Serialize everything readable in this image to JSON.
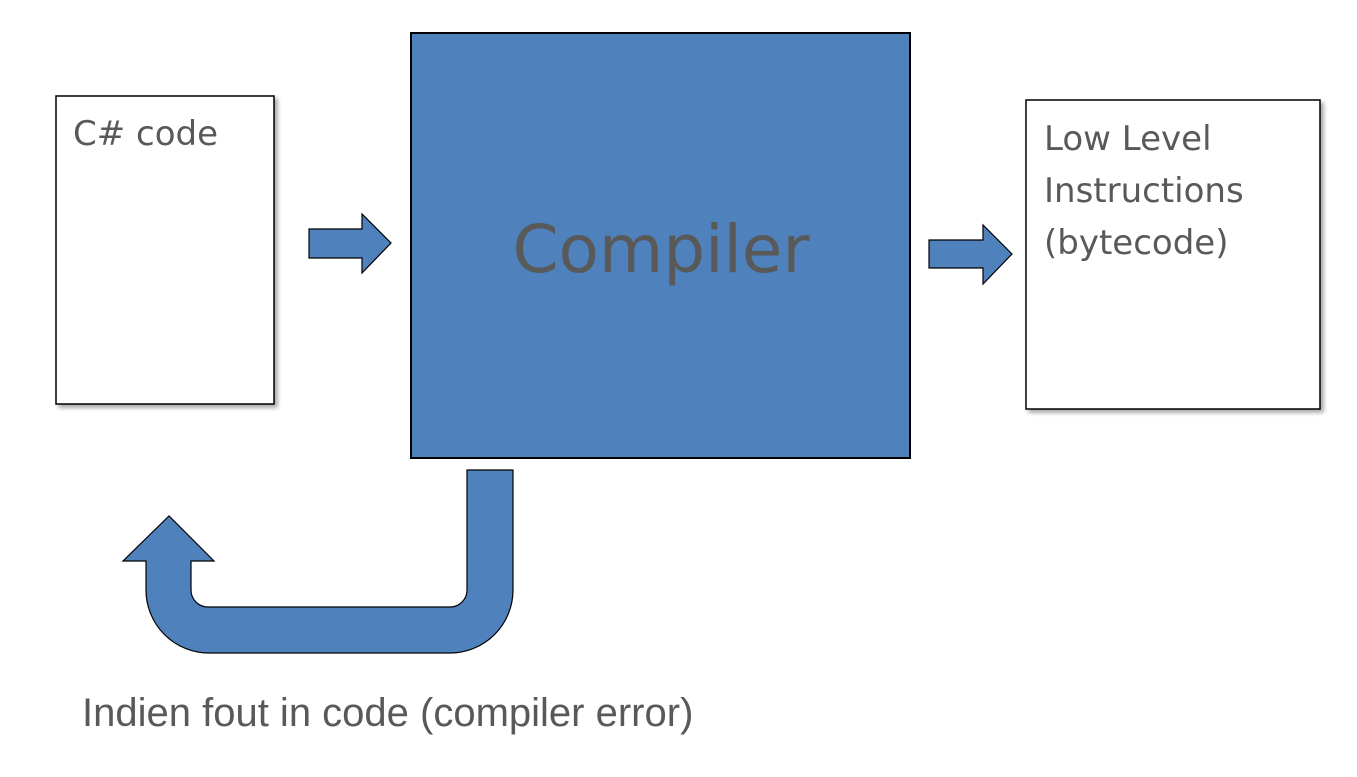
{
  "diagram": {
    "source_box": {
      "label": "C# code"
    },
    "compiler_box": {
      "label": "Compiler"
    },
    "output_box": {
      "lines": [
        "Low Level",
        "Instructions",
        "(bytecode)"
      ]
    },
    "caption": "Indien fout in code (compiler error)"
  },
  "colors": {
    "accent_blue": "#4f81bd",
    "text_gray": "#595959",
    "outline": "#000000"
  }
}
